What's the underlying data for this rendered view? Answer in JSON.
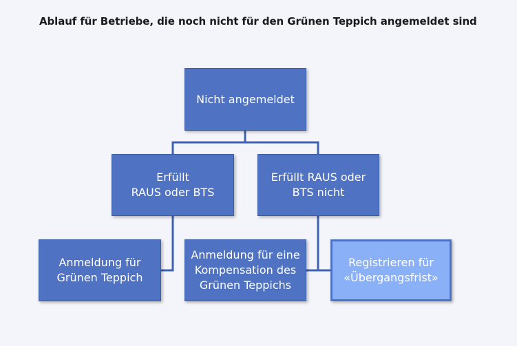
{
  "header": {
    "title": "Ablauf für Betriebe, die noch nicht für den Grünen Teppich angemeldet sind"
  },
  "colors": {
    "node_fill": "#4f72c3",
    "node_border": "#3b5ca6",
    "highlight_fill": "#8ab0f7",
    "connector": "#3f63b2",
    "text": "#ffffff",
    "background": "#f3f5fa"
  },
  "diagram": {
    "root": {
      "label": "Nicht angemeldet"
    },
    "branch_left": {
      "label": "Erfüllt\nRAUS oder BTS"
    },
    "branch_right": {
      "label": "Erfüllt RAUS oder\nBTS nicht"
    },
    "outcomes": [
      {
        "label": "Anmeldung für\nGrünen Teppich",
        "highlighted": false
      },
      {
        "label": "Anmeldung für eine\nKompensation des\nGrünen Teppichs",
        "highlighted": false
      },
      {
        "label": "Registrieren für\n«Übergangsfrist»",
        "highlighted": true
      }
    ],
    "edges": [
      {
        "from": "root",
        "to": "branch_left"
      },
      {
        "from": "root",
        "to": "branch_right"
      },
      {
        "from": "branch_left",
        "to": "outcome_1"
      },
      {
        "from": "branch_right",
        "to": "outcome_2"
      },
      {
        "from": "branch_right",
        "to": "outcome_3"
      }
    ]
  }
}
